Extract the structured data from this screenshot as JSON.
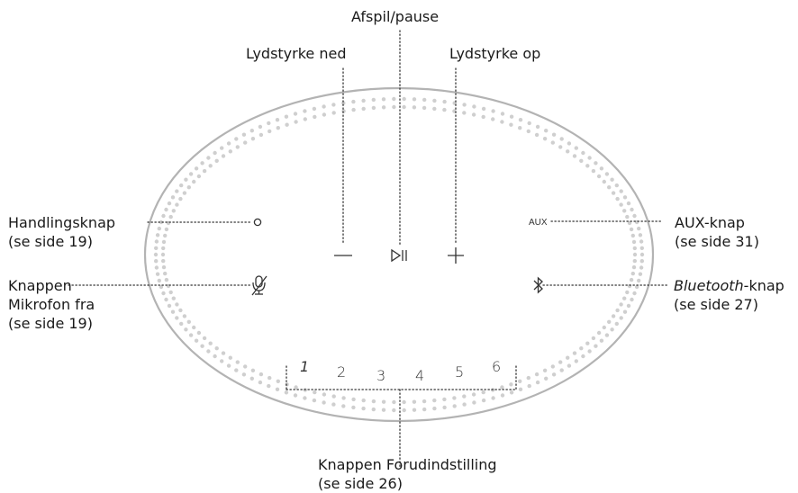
{
  "labels": {
    "play_pause": "Afspil/pause",
    "volume_down": "Lydstyrke ned",
    "volume_up": "Lydstyrke op",
    "action_button": "Handlingsknap",
    "action_button_ref": "(se side 19)",
    "mic_off_line1": "Knappen",
    "mic_off_line2": "Mikrofon fra",
    "mic_off_ref": "(se side 19)",
    "aux_button": "AUX-knap",
    "aux_button_ref": "(se side 31)",
    "bluetooth_italic": "Bluetooth",
    "bluetooth_suffix": "-knap",
    "bluetooth_ref": "(se side 27)",
    "presets": "Knappen Forudindstilling",
    "presets_ref": "(se side 26)"
  },
  "device": {
    "aux_text": "AUX",
    "preset_numbers": [
      "1",
      "2",
      "3",
      "4",
      "5",
      "6"
    ]
  },
  "colors": {
    "outline": "#b3b3b3",
    "dots": "#cfcfcf",
    "leader": "#333333",
    "icon": "#333333",
    "text": "#1a1a1a"
  }
}
